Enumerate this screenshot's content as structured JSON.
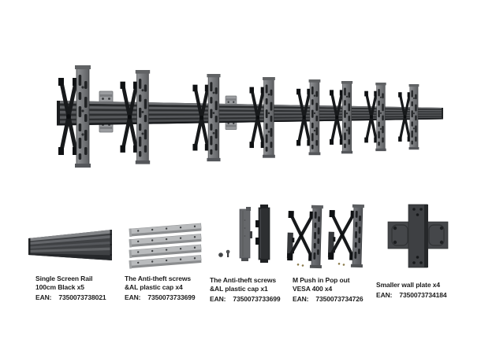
{
  "page": {
    "background": "#ffffff",
    "description": "Product kit image: menu-board single-row rail mount for four screens with component breakdown"
  },
  "hero": {
    "alt": "Assembled 100cm rail system with four push-in pop-out VESA screen mounts and wall plates",
    "colors": {
      "rail_black": "#2c2e30",
      "bracket_gray": "#7b7d80",
      "scissor_black": "#17191b",
      "wall_plate_gray": "#9b9da0",
      "screw_silver": "#b9bbbd"
    }
  },
  "components": [
    {
      "icon": "single-screen-rail",
      "line1": "Single Screen Rail",
      "line2": "100cm Black x5",
      "ean_label": "EAN:",
      "ean_value": "7350073738021"
    },
    {
      "icon": "anti-theft-screws-plastic-cap-x4",
      "line1": "The Anti-theft screws",
      "line2": "&AL plastic cap x4",
      "ean_label": "EAN:",
      "ean_value": "7350073733699"
    },
    {
      "icon": "anti-theft-screws-plastic-cap-x1",
      "line1": "The Anti-theft screws",
      "line2": "&AL plastic cap x1",
      "ean_label": "EAN:",
      "ean_value": "7350073733699"
    },
    {
      "icon": "m-push-in-pop-out-vesa-400",
      "line1": "M Push in Pop out",
      "line2": "VESA 400 x4",
      "ean_label": "EAN:",
      "ean_value": "7350073734726"
    },
    {
      "icon": "smaller-wall-plate",
      "line1": "Smaller wall plate x4",
      "ean_label": "EAN:",
      "ean_value": "7350073734184"
    }
  ]
}
